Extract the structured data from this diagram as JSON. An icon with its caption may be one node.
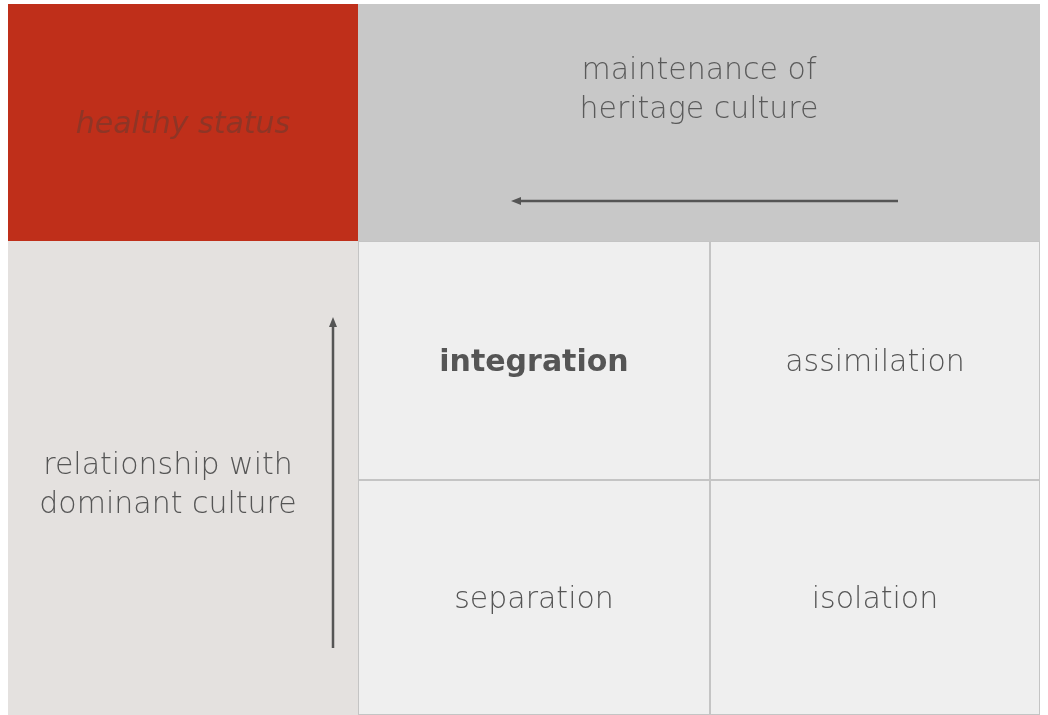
{
  "diagram": {
    "nodes": [
      {
        "text": [
          "healthy status"
        ]
      },
      {
        "text": [
          "maintenance of heritage culture"
        ]
      },
      {
        "text": [
          "relationship with dominant culture"
        ]
      },
      {
        "text": [
          "integration"
        ]
      },
      {
        "text": [
          "assimilation"
        ]
      },
      {
        "text": [
          "separation"
        ]
      },
      {
        "text": [
          "isolation"
        ]
      }
    ]
  }
}
